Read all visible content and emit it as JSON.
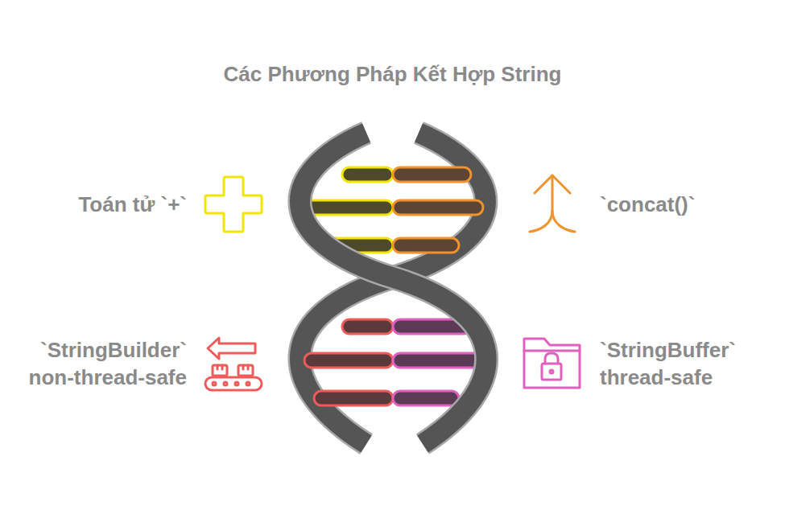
{
  "diagram": {
    "title": "Các Phương Pháp Kết Hợp String",
    "labels": [
      "Toán tử `+`",
      "`concat()`",
      "`StringBuilder` non-thread-safe",
      "`StringBuffer` thread-safe"
    ]
  }
}
